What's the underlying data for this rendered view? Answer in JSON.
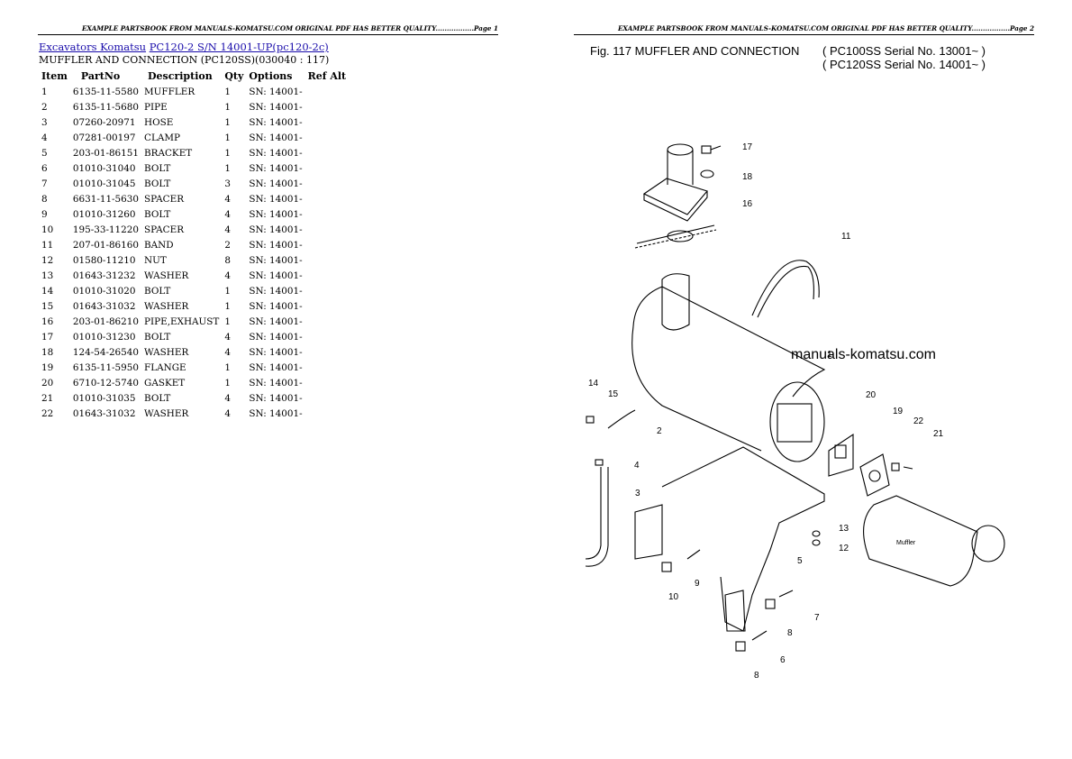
{
  "page1": {
    "header": "EXAMPLE PARTSBOOK FROM MANUALS-KOMATSU.COM ORIGINAL PDF HAS BETTER QUALITY.................Page 1",
    "breadcrumb": {
      "link1": "Excavators Komatsu",
      "link2": "PC120-2 S/N 14001-UP(pc120-2c)"
    },
    "subtitle": "MUFFLER AND CONNECTION (PC120SS)(030040 : 117)",
    "columns": [
      "Item",
      "PartNo",
      "Description",
      "Qty",
      "Options",
      "Ref Alt"
    ],
    "rows": [
      [
        "1",
        "6135-11-5580",
        "MUFFLER",
        "1",
        "SN: 14001-",
        ""
      ],
      [
        "2",
        "6135-11-5680",
        "PIPE",
        "1",
        "SN: 14001-",
        ""
      ],
      [
        "3",
        "07260-20971",
        "HOSE",
        "1",
        "SN: 14001-",
        ""
      ],
      [
        "4",
        "07281-00197",
        "CLAMP",
        "1",
        "SN: 14001-",
        ""
      ],
      [
        "5",
        "203-01-86151",
        "BRACKET",
        "1",
        "SN: 14001-",
        ""
      ],
      [
        "6",
        "01010-31040",
        "BOLT",
        "1",
        "SN: 14001-",
        ""
      ],
      [
        "7",
        "01010-31045",
        "BOLT",
        "3",
        "SN: 14001-",
        ""
      ],
      [
        "8",
        "6631-11-5630",
        "SPACER",
        "4",
        "SN: 14001-",
        ""
      ],
      [
        "9",
        "01010-31260",
        "BOLT",
        "4",
        "SN: 14001-",
        ""
      ],
      [
        "10",
        "195-33-11220",
        "SPACER",
        "4",
        "SN: 14001-",
        ""
      ],
      [
        "11",
        "207-01-86160",
        "BAND",
        "2",
        "SN: 14001-",
        ""
      ],
      [
        "12",
        "01580-11210",
        "NUT",
        "8",
        "SN: 14001-",
        ""
      ],
      [
        "13",
        "01643-31232",
        "WASHER",
        "4",
        "SN: 14001-",
        ""
      ],
      [
        "14",
        "01010-31020",
        "BOLT",
        "1",
        "SN: 14001-",
        ""
      ],
      [
        "15",
        "01643-31032",
        "WASHER",
        "1",
        "SN: 14001-",
        ""
      ],
      [
        "16",
        "203-01-86210",
        "PIPE,EXHAUST",
        "1",
        "SN: 14001-",
        ""
      ],
      [
        "17",
        "01010-31230",
        "BOLT",
        "4",
        "SN: 14001-",
        ""
      ],
      [
        "18",
        "124-54-26540",
        "WASHER",
        "4",
        "SN: 14001-",
        ""
      ],
      [
        "19",
        "6135-11-5950",
        "FLANGE",
        "1",
        "SN: 14001-",
        ""
      ],
      [
        "20",
        "6710-12-5740",
        "GASKET",
        "1",
        "SN: 14001-",
        ""
      ],
      [
        "21",
        "01010-31035",
        "BOLT",
        "4",
        "SN: 14001-",
        ""
      ],
      [
        "22",
        "01643-31032",
        "WASHER",
        "4",
        "SN: 14001-",
        ""
      ]
    ]
  },
  "page2": {
    "header": "EXAMPLE PARTSBOOK FROM MANUALS-KOMATSU.COM ORIGINAL PDF HAS BETTER QUALITY.................Page 2",
    "figure": {
      "title": "Fig. 117   MUFFLER AND CONNECTION",
      "serial1": "( PC100SS Serial No. 13001~ )",
      "serial2": "( PC120SS Serial No. 14001~ )",
      "watermark": "manuals-komatsu.com",
      "muffler_label": "Muffler",
      "callouts": [
        "17",
        "18",
        "16",
        "11",
        "1",
        "20",
        "19",
        "22",
        "21",
        "14",
        "15",
        "2",
        "4",
        "3",
        "13",
        "12",
        "5",
        "9",
        "10",
        "7",
        "8",
        "6",
        "8"
      ]
    }
  }
}
